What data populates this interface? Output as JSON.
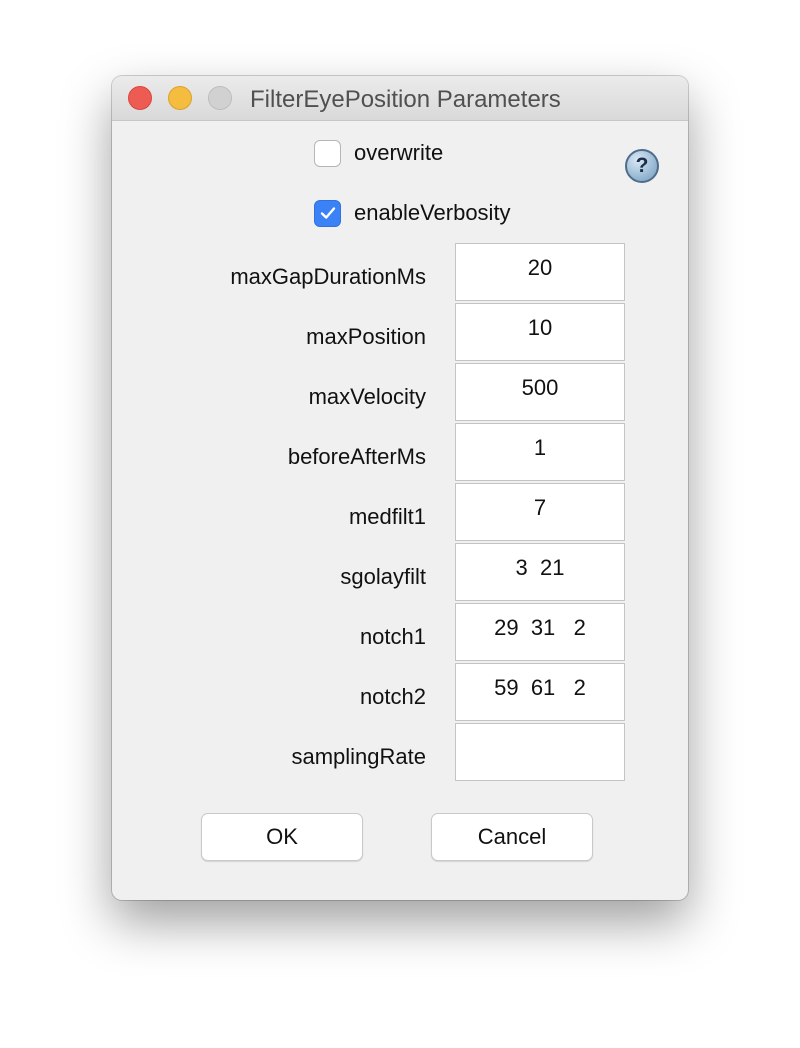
{
  "window": {
    "title": "FilterEyePosition Parameters"
  },
  "options": {
    "overwrite": {
      "label": "overwrite",
      "checked": false
    },
    "enable_verbosity": {
      "label": "enableVerbosity",
      "checked": true
    }
  },
  "help": {
    "icon": "question-mark-icon",
    "glyph": "?"
  },
  "params": [
    {
      "label": "maxGapDurationMs",
      "value": "20"
    },
    {
      "label": "maxPosition",
      "value": "10"
    },
    {
      "label": "maxVelocity",
      "value": "500"
    },
    {
      "label": "beforeAfterMs",
      "value": "1"
    },
    {
      "label": "medfilt1",
      "value": "7"
    },
    {
      "label": "sgolayfilt",
      "value": "3  21"
    },
    {
      "label": "notch1",
      "value": "29  31   2"
    },
    {
      "label": "notch2",
      "value": "59  61   2"
    },
    {
      "label": "samplingRate",
      "value": ""
    }
  ],
  "buttons": {
    "ok": "OK",
    "cancel": "Cancel"
  },
  "colors": {
    "accent": "#3a82f6",
    "close": "#ee5b53",
    "minimize": "#f5bd3f"
  }
}
